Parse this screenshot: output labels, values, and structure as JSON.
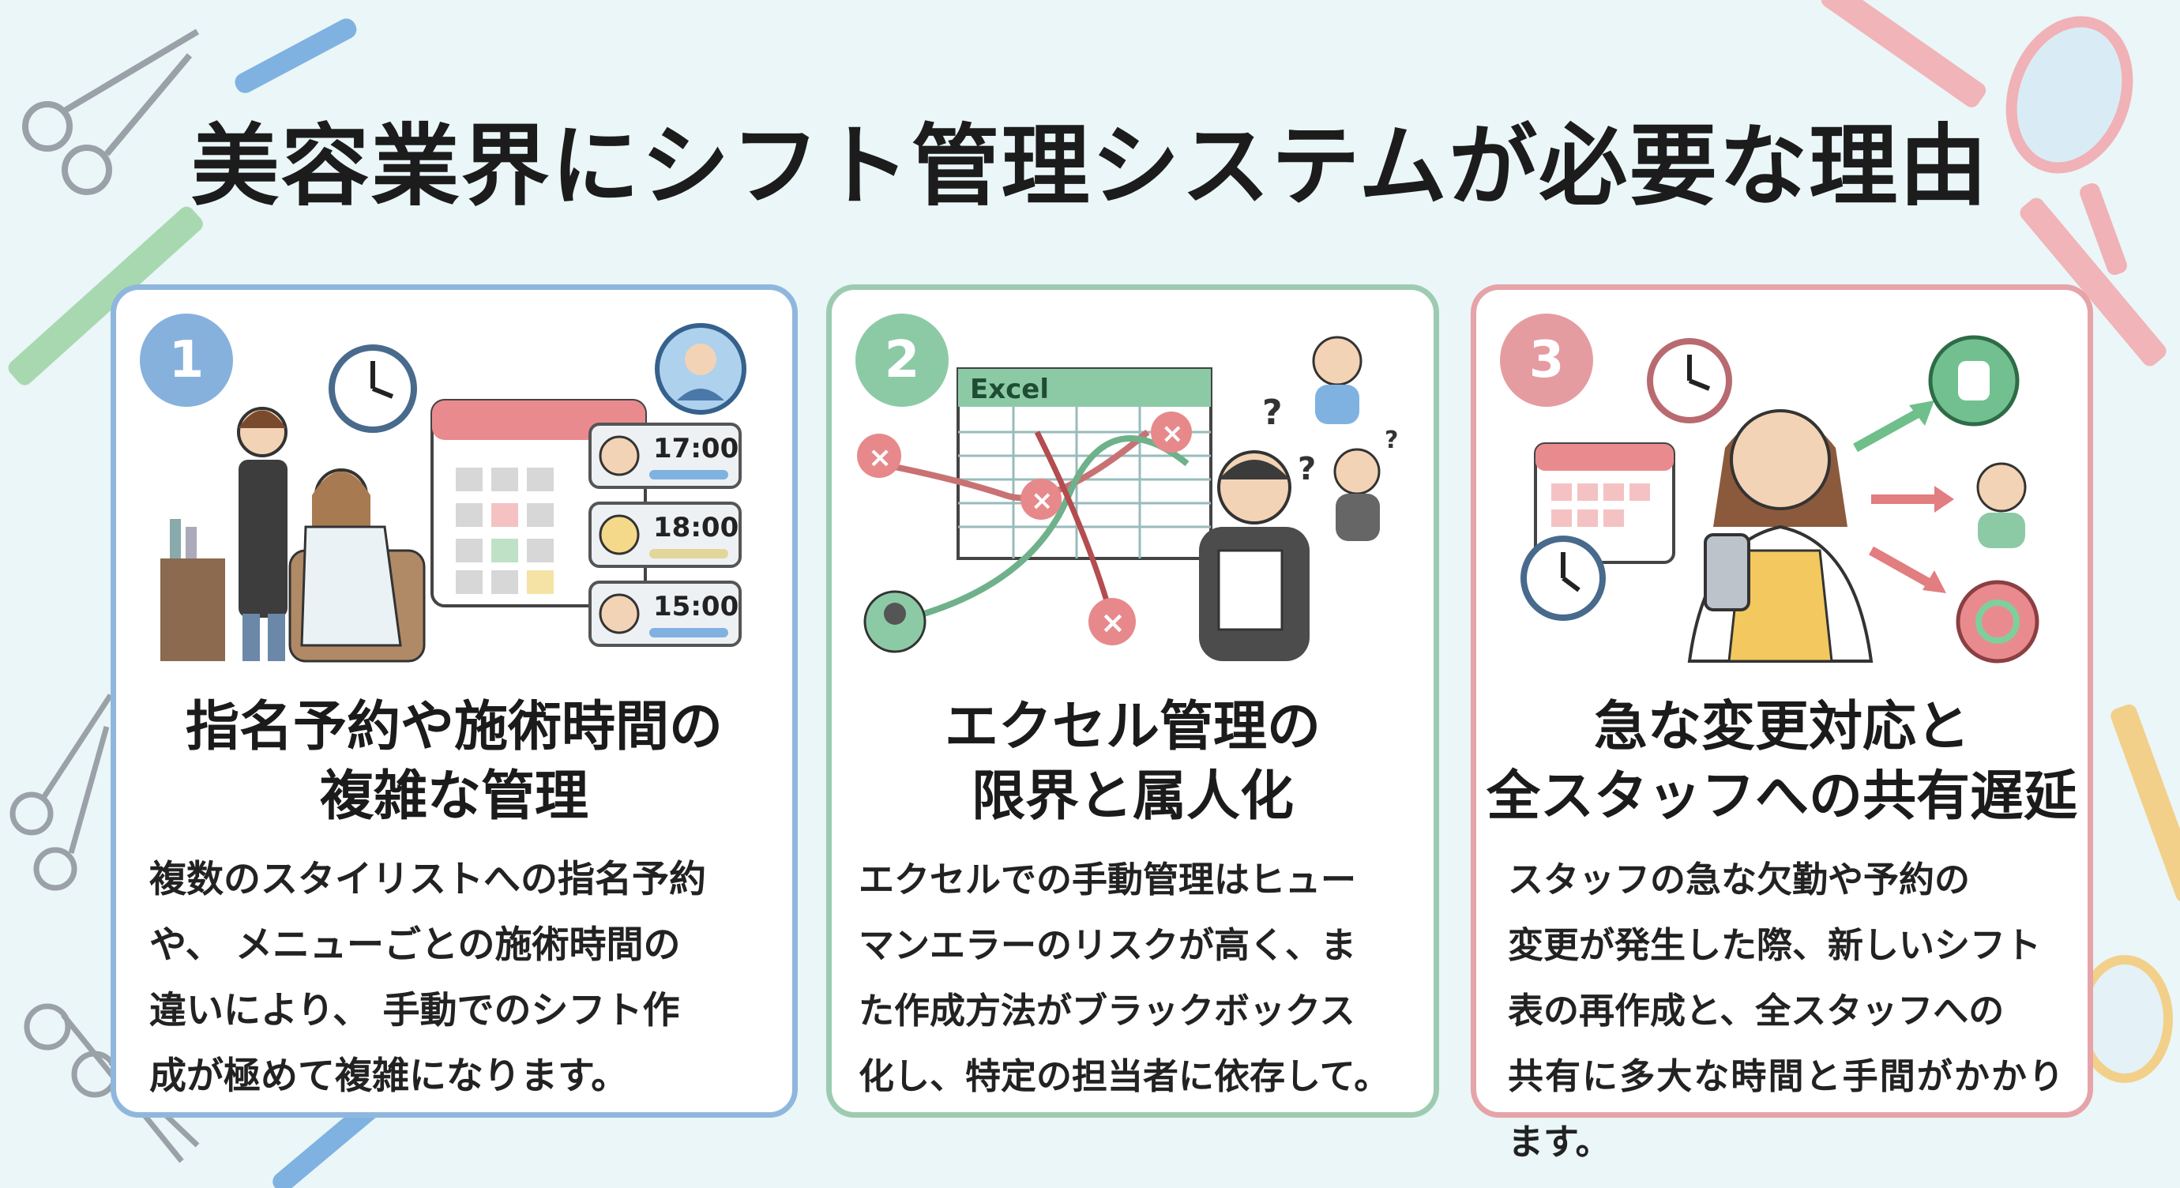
{
  "title": "美容業界にシフト管理システムが必要な理由",
  "colors": {
    "background": "#eaf6f7",
    "card1_border": "#8fb7de",
    "card2_border": "#9dcbb1",
    "card3_border": "#e6a3a8"
  },
  "cards": [
    {
      "number": "1",
      "title_line1": "指名予約や施術時間の",
      "title_line2": "複雑な管理",
      "body_lines": [
        "複数のスタイリストへの指名予約",
        "や、 メニューごとの施術時間の",
        "違いにより、 手動でのシフト作",
        "成が極めて複雑になります。"
      ],
      "times": [
        "17:00",
        "18:00",
        "15:00"
      ],
      "icons": [
        "stylist-icon",
        "clock-icon",
        "calendar-icon",
        "user-avatar-icon"
      ]
    },
    {
      "number": "2",
      "title_line1": "エクセル管理の",
      "title_line2": "限界と属人化",
      "body_lines": [
        "エクセルでの手動管理はヒュー",
        "マンエラーのリスクが高く、ま",
        "た作成方法がブラックボックス",
        "化し、特定の担当者に依存して。"
      ],
      "spreadsheet_label": "Excel",
      "icons": [
        "spreadsheet-icon",
        "error-x-icon",
        "confused-person-icon",
        "question-mark-icon"
      ]
    },
    {
      "number": "3",
      "title_line1": "急な変更対応と",
      "title_line2": "全スタッフへの共有遅延",
      "body_lines": [
        "スタッフの急な欠勤や予約の",
        "変更が発生した際、新しいシフト",
        "表の再作成と、全スタッフへの",
        "共有に多大な時間と手間がかかります。"
      ],
      "icons": [
        "worried-staff-icon",
        "clock-icon",
        "calendar-icon",
        "phone-icon",
        "sync-icon"
      ]
    }
  ]
}
